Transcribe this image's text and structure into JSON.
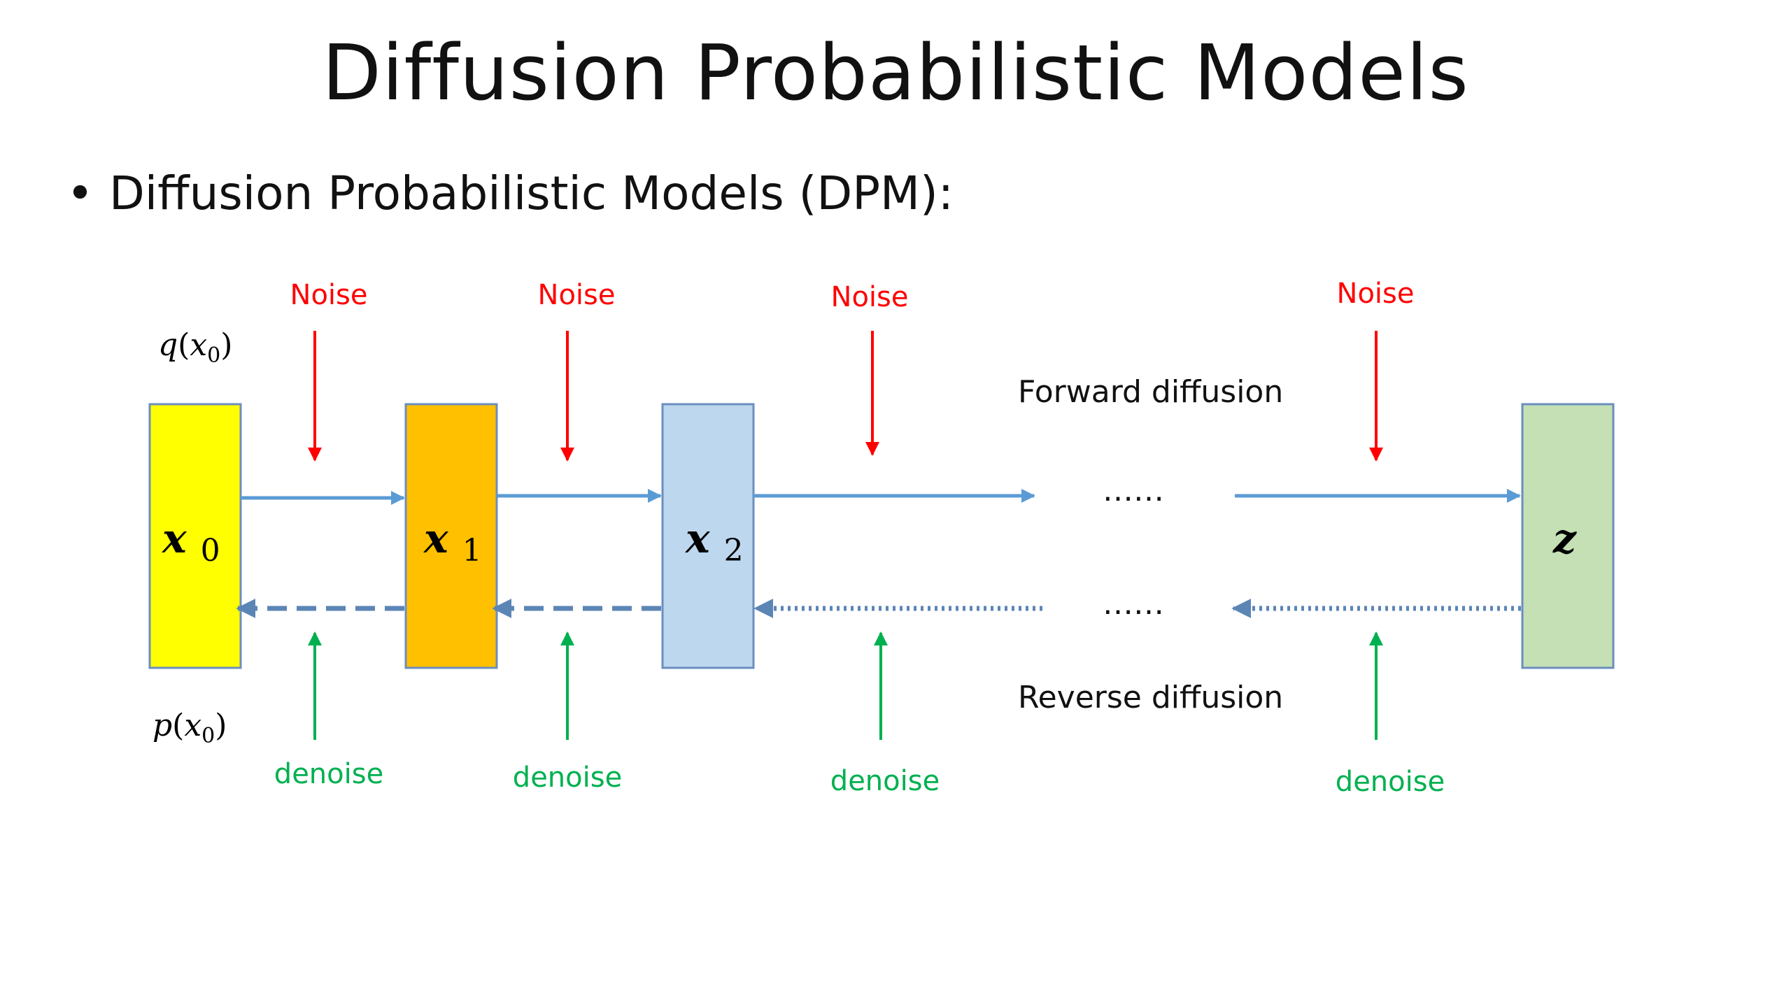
{
  "title": "Diffusion Probabilistic Models",
  "bullet": "Diffusion Probabilistic Models (DPM):",
  "noise_label": "Noise",
  "denoise_label": "denoise",
  "forward_label": "Forward diffusion",
  "reverse_label": "Reverse diffusion",
  "ellipsis": "……",
  "q_label": {
    "fn": "q",
    "var": "x",
    "sub": "0"
  },
  "p_label": {
    "fn": "p",
    "var": "x",
    "sub": "0"
  },
  "nodes": [
    {
      "var": "x",
      "sub": "0",
      "color": "#FFFF00"
    },
    {
      "var": "x",
      "sub": "1",
      "color": "#FFC000"
    },
    {
      "var": "x",
      "sub": "2",
      "color": "#BDD7EE"
    },
    {
      "var": "z",
      "sub": "",
      "color": "#C5E0B4"
    }
  ],
  "colors": {
    "noise": "#FF0000",
    "denoise": "#00B050",
    "forward": "#5B9BD5",
    "reverse": "#5B85B5",
    "box_border": "#6C8EBF"
  }
}
